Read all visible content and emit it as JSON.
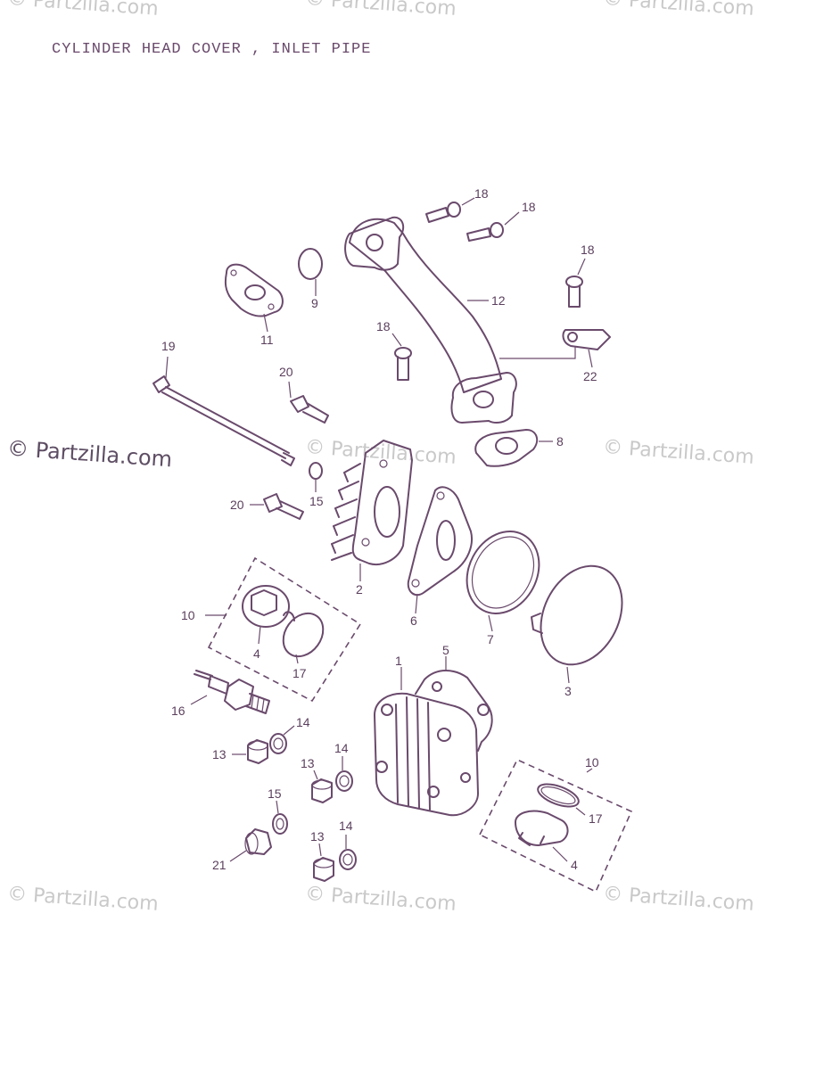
{
  "title": "CYLINDER HEAD COVER , INLET PIPE",
  "watermark": "© Partzilla.com",
  "colors": {
    "line": "#6a4a6c",
    "watermark": "#c9c9c9"
  },
  "callouts": {
    "n1": "1",
    "n2": "2",
    "n3": "3",
    "n4": "4",
    "n5": "5",
    "n6": "6",
    "n7": "7",
    "n8": "8",
    "n9": "9",
    "n10": "10",
    "n11": "11",
    "n12": "12",
    "n13": "13",
    "n14": "14",
    "n15": "15",
    "n16": "16",
    "n17": "17",
    "n18": "18",
    "n19": "19",
    "n20": "20",
    "n21": "21",
    "n22": "22"
  }
}
